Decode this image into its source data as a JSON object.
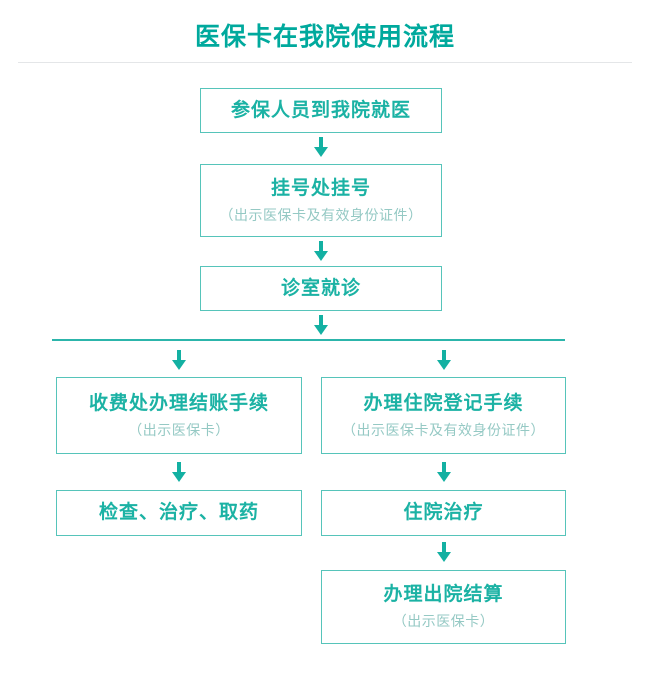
{
  "title": "医保卡在我院使用流程",
  "colors": {
    "accent": "#00a99d",
    "node_text": "#1bb2a4",
    "node_border": "#56c4ba",
    "sub_text": "#95c9c4",
    "arrow": "#13b0a2",
    "rule": "#e4e6e8",
    "background": "#ffffff"
  },
  "flow": {
    "type": "flowchart",
    "nodes": [
      {
        "id": "visit",
        "title": "参保人员到我院就医",
        "sub": ""
      },
      {
        "id": "register",
        "title": "挂号处挂号",
        "sub": "（出示医保卡及有效身份证件）"
      },
      {
        "id": "clinic",
        "title": "诊室就诊",
        "sub": ""
      },
      {
        "id": "settle",
        "title": "收费处办理结账手续",
        "sub": "（出示医保卡）"
      },
      {
        "id": "admit",
        "title": "办理住院登记手续",
        "sub": "（出示医保卡及有效身份证件）"
      },
      {
        "id": "treat",
        "title": "检查、治疗、取药",
        "sub": ""
      },
      {
        "id": "inpatient",
        "title": "住院治疗",
        "sub": ""
      },
      {
        "id": "discharge",
        "title": "办理出院结算",
        "sub": "（出示医保卡）"
      }
    ],
    "edges": [
      {
        "from": "visit",
        "to": "register"
      },
      {
        "from": "register",
        "to": "clinic"
      },
      {
        "from": "clinic",
        "to": "split"
      },
      {
        "from": "split",
        "to": "settle"
      },
      {
        "from": "split",
        "to": "admit"
      },
      {
        "from": "settle",
        "to": "treat"
      },
      {
        "from": "admit",
        "to": "inpatient"
      },
      {
        "from": "inpatient",
        "to": "discharge"
      }
    ]
  }
}
